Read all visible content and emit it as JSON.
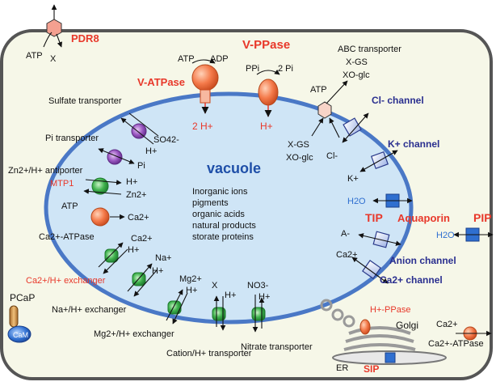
{
  "labels": {
    "pdr8": "PDR8",
    "atp_pdr8": "ATP",
    "x_pdr8": "X",
    "v_ppase": "V-PPase",
    "ppi": "PPi",
    "two_pi": "2 Pi",
    "h_plus_ppase": "H+",
    "v_atpase": "V-ATPase",
    "atp_v": "ATP",
    "adp_v": "ADP",
    "two_h_plus": "2 H+",
    "abc_transporter": "ABC transporter",
    "x_gs_top": "X-GS",
    "xo_glc_top": "XO-glc",
    "atp_abc": "ATP",
    "x_gs_bottom": "X-GS",
    "xo_glc_bottom": "XO-glc",
    "cl_channel": "Cl- channel",
    "cl_minus": "Cl-",
    "k_channel": "K+ channel",
    "k_plus": "K+",
    "sulfate_transporter": "Sulfate transporter",
    "so4": "SO42-",
    "h_sulfate": "H+",
    "pi_transporter": "Pi transporter",
    "pi": "Pi",
    "zn_antiporter": "Zn2+/H+ antiporter",
    "mtp1": "MTP1",
    "h_zn": "H+",
    "zn2": "Zn2+",
    "atp_ca": "ATP",
    "ca_atpase_vac": "Ca2+-ATPase",
    "ca2_atpase_sub": "Ca2+",
    "vacuole": "vacuole",
    "contents": [
      "Inorganic ions",
      "pigments",
      "organic acids",
      "natural products",
      "storate proteins"
    ],
    "h2o_tip": "H2O",
    "tip": "TIP",
    "aquaporin": "Aquaporin",
    "pip": "PIP",
    "h2o_pip": "H2O",
    "a_minus": "A-",
    "anion_channel": "Anion channel",
    "ca2_channel_sub": "Ca2+",
    "ca2_channel": "Ca2+ channel",
    "ca_exch_ca": "Ca2+",
    "ca_exch_h": "H+",
    "ca_h_exchanger": "Ca2+/H+ exchanger",
    "na_sub": "Na+",
    "na_h_sub": "H+",
    "na_h_exchanger": "Na+/H+ exchanger",
    "mg_sub": "Mg2+",
    "mg_h_sub": "H+",
    "mg_h_exchanger": "Mg2+/H+ exchanger",
    "cat_x": "X",
    "cat_h": "H+",
    "cation_h_transporter": "Cation/H+ transporter",
    "no3": "NO3-",
    "no3_h": "H+",
    "nitrate_transporter": "Nitrate transporter",
    "pcap": "PCaP",
    "cam": "CaM",
    "h_ppase_golgi": "H+-PPase",
    "golgi": "Golgi",
    "ca_pm": "Ca2+",
    "ca_atpase_pm": "Ca2+-ATPase",
    "er": "ER",
    "sip": "SIP"
  },
  "colors": {
    "cell_fill": "#f6f7e8",
    "cell_border": "#555555",
    "vacuole_fill": "#cfe5f6",
    "vacuole_border": "#4a78c6",
    "red_label": "#e8382a",
    "blue_label": "#2a2f8f",
    "aqua_blue": "#2f6fd0",
    "orange": "#f07a45",
    "green": "#3fb24d",
    "purple": "#8d4fb2"
  },
  "icons": [
    "hexagon-transporter-icon",
    "pump-sphere-icon",
    "channel-square-icon",
    "transporter-circle-icon",
    "aquaporin-square-icon"
  ]
}
